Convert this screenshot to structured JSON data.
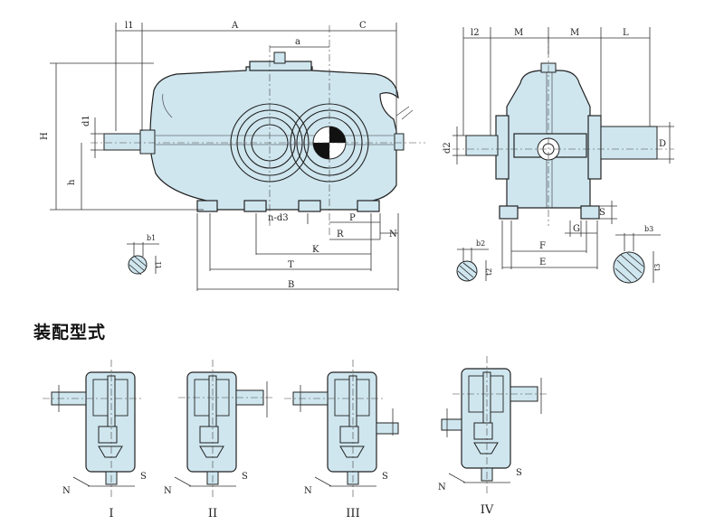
{
  "side_view": {
    "labels": {
      "l1": "l1",
      "A": "A",
      "C": "C",
      "a": "a",
      "H": "H",
      "d1": "d1",
      "h": "h",
      "n_d3": "n-d3",
      "P": "P",
      "R": "R",
      "N": "N",
      "K": "K",
      "T": "T",
      "B": "B",
      "b1": "b1",
      "t1": "t1"
    }
  },
  "end_view": {
    "labels": {
      "l2": "l2",
      "M_left": "M",
      "M_right": "M",
      "L": "L",
      "d2": "d2",
      "D": "D",
      "S": "S",
      "G": "G",
      "F": "F",
      "E": "E",
      "b2": "b2",
      "t2": "t2",
      "b3": "b3",
      "t3": "t3"
    }
  },
  "assembly": {
    "title": "装配型式",
    "variants": [
      {
        "numeral": "I",
        "n": "N",
        "s": "S"
      },
      {
        "numeral": "II",
        "n": "N",
        "s": "S"
      },
      {
        "numeral": "III",
        "n": "N",
        "s": "S"
      },
      {
        "numeral": "IV",
        "n": "N",
        "s": "S"
      }
    ]
  }
}
